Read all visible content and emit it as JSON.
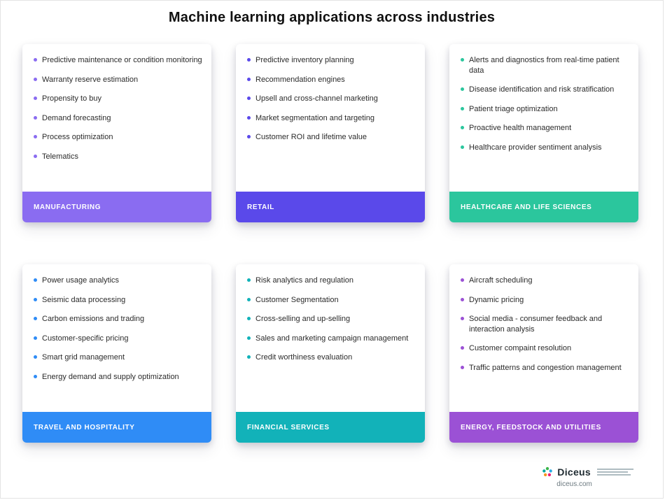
{
  "page": {
    "title": "Machine learning applications across industries"
  },
  "cards": [
    {
      "label": "MANUFACTURING",
      "color": "#8a6cf1",
      "items": [
        "Predictive maintenance or condition monitoring",
        "Warranty reserve estimation",
        "Propensity to buy",
        "Demand forecasting",
        "Process optimization",
        "Telematics"
      ]
    },
    {
      "label": "RETAIL",
      "color": "#5a49ea",
      "items": [
        "Predictive inventory planning",
        "Recommendation engines",
        "Upsell and cross-channel marketing",
        "Market segmentation and targeting",
        "Customer ROI and lifetime value"
      ]
    },
    {
      "label": "HEALTHCARE AND LIFE SCIENCES",
      "color": "#2bc69d",
      "items": [
        "Alerts and diagnostics from real-time patient data",
        "Disease identification and risk stratification",
        "Patient triage optimization",
        "Proactive health management",
        "Healthcare provider sentiment analysis"
      ]
    },
    {
      "label": "TRAVEL AND HOSPITALITY",
      "color": "#2f8cf6",
      "items": [
        "Power usage analytics",
        "Seismic data processing",
        "Carbon emissions and trading",
        "Customer-specific pricing",
        "Smart grid management",
        "Energy demand and supply optimization"
      ]
    },
    {
      "label": "FINANCIAL SERVICES",
      "color": "#12b2b9",
      "items": [
        "Risk analytics and regulation",
        "Customer Segmentation",
        "Cross-selling and up-selling",
        "Sales and marketing campaign management",
        "Credit worthiness evaluation"
      ]
    },
    {
      "label": "ENERGY, FEEDSTOCK AND UTILITIES",
      "color": "#9b51d5",
      "items": [
        "Aircraft scheduling",
        "Dynamic pricing",
        "Social media - consumer feedback and interaction analysis",
        "Customer compaint resolution",
        "Traffic patterns and congestion management"
      ]
    }
  ],
  "brand": {
    "name": "Diceus",
    "domain": "diceus.com",
    "logo_colors": [
      "#3bb54a",
      "#29abe2",
      "#ec1e79",
      "#f7941d",
      "#00a99d"
    ]
  }
}
